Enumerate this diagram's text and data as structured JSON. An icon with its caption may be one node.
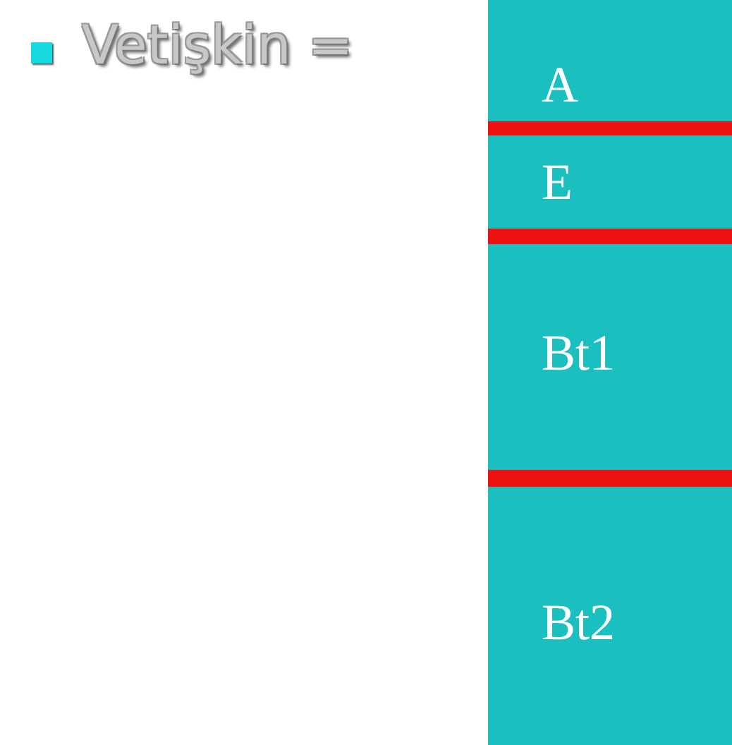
{
  "diagram": {
    "nodes": [
      {
        "text": [
          "A"
        ]
      },
      {
        "text": [
          "E"
        ]
      },
      {
        "text": [
          "Bt1"
        ]
      },
      {
        "text": [
          "Bt2"
        ]
      }
    ],
    "labels": [
      "Vetişkin ="
    ]
  }
}
